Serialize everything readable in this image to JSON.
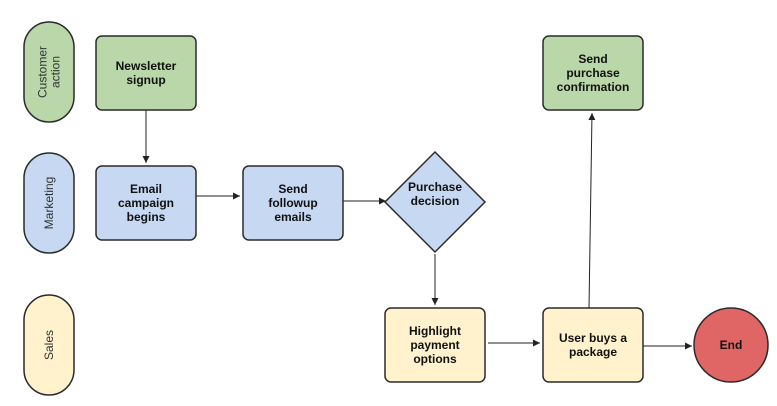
{
  "lanes": [
    {
      "id": "customer",
      "label_lines": [
        "Customer",
        "action"
      ],
      "fill": "#b9d7a8"
    },
    {
      "id": "marketing",
      "label_lines": [
        "Marketing"
      ],
      "fill": "#c6d8f2"
    },
    {
      "id": "sales",
      "label_lines": [
        "Sales"
      ],
      "fill": "#fff2cc"
    }
  ],
  "nodes": [
    {
      "id": "newsletter",
      "shape": "rect",
      "lines": [
        "Newsletter",
        "signup"
      ],
      "fill": "#b9d7a8"
    },
    {
      "id": "email_campaign",
      "shape": "rect",
      "lines": [
        "Email",
        "campaign",
        "begins"
      ],
      "fill": "#c6d8f2"
    },
    {
      "id": "followup",
      "shape": "rect",
      "lines": [
        "Send",
        "followup",
        "emails"
      ],
      "fill": "#c6d8f2"
    },
    {
      "id": "purchase_decision",
      "shape": "diamond",
      "lines": [
        "Purchase",
        "decision"
      ],
      "fill": "#c6d8f2"
    },
    {
      "id": "highlight_payment",
      "shape": "rect",
      "lines": [
        "Highlight",
        "payment",
        "options"
      ],
      "fill": "#fff2cc"
    },
    {
      "id": "user_buys",
      "shape": "rect",
      "lines": [
        "User buys a",
        "package"
      ],
      "fill": "#fff2cc"
    },
    {
      "id": "send_confirmation",
      "shape": "rect",
      "lines": [
        "Send",
        "purchase",
        "confirmation"
      ],
      "fill": "#b9d7a8"
    },
    {
      "id": "end",
      "shape": "circle",
      "lines": [
        "End"
      ],
      "fill": "#e06666"
    }
  ],
  "edges": [
    {
      "from": "newsletter",
      "to": "email_campaign"
    },
    {
      "from": "email_campaign",
      "to": "followup"
    },
    {
      "from": "followup",
      "to": "purchase_decision"
    },
    {
      "from": "purchase_decision",
      "to": "highlight_payment"
    },
    {
      "from": "highlight_payment",
      "to": "user_buys"
    },
    {
      "from": "user_buys",
      "to": "send_confirmation"
    },
    {
      "from": "user_buys",
      "to": "end"
    }
  ]
}
